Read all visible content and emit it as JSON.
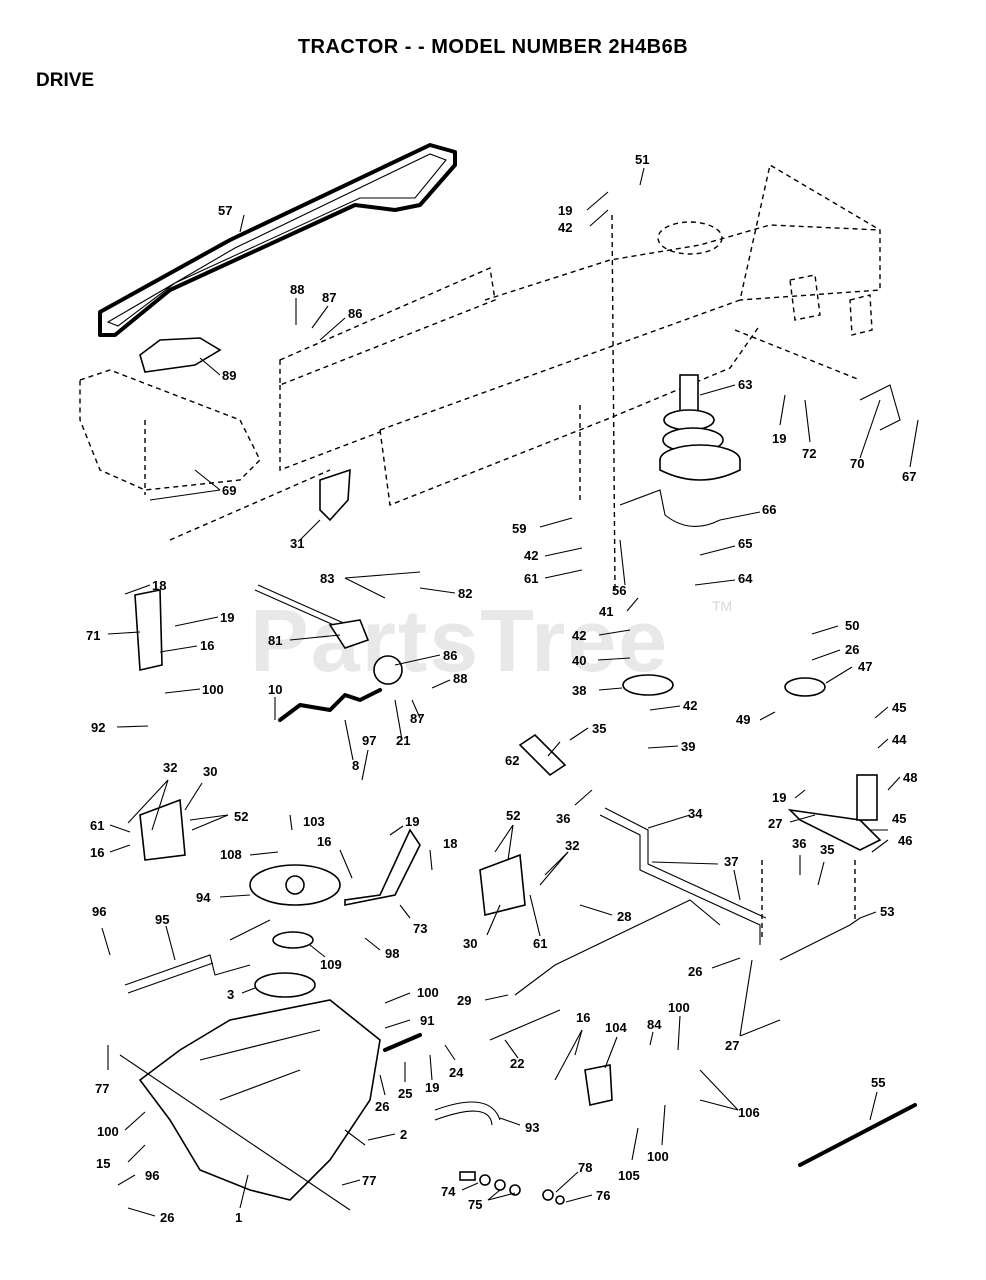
{
  "header": {
    "title": "TRACTOR - - MODEL NUMBER 2H4B6B",
    "section": "DRIVE"
  },
  "watermark": {
    "text": "PartsTree",
    "tm": "TM"
  },
  "callouts": [
    {
      "n": "57"
    },
    {
      "n": "88"
    },
    {
      "n": "87"
    },
    {
      "n": "86"
    },
    {
      "n": "89"
    },
    {
      "n": "69"
    },
    {
      "n": "31"
    },
    {
      "n": "19"
    },
    {
      "n": "42"
    },
    {
      "n": "51"
    },
    {
      "n": "63"
    },
    {
      "n": "19"
    },
    {
      "n": "72"
    },
    {
      "n": "70"
    },
    {
      "n": "67"
    },
    {
      "n": "59"
    },
    {
      "n": "42"
    },
    {
      "n": "61"
    },
    {
      "n": "56"
    },
    {
      "n": "66"
    },
    {
      "n": "65"
    },
    {
      "n": "64"
    },
    {
      "n": "83"
    },
    {
      "n": "82"
    },
    {
      "n": "81"
    },
    {
      "n": "86"
    },
    {
      "n": "88"
    },
    {
      "n": "87"
    },
    {
      "n": "21"
    },
    {
      "n": "10"
    },
    {
      "n": "8"
    },
    {
      "n": "18"
    },
    {
      "n": "19"
    },
    {
      "n": "71"
    },
    {
      "n": "16"
    },
    {
      "n": "100"
    },
    {
      "n": "92"
    },
    {
      "n": "41"
    },
    {
      "n": "42"
    },
    {
      "n": "40"
    },
    {
      "n": "38"
    },
    {
      "n": "42"
    },
    {
      "n": "39"
    },
    {
      "n": "50"
    },
    {
      "n": "26"
    },
    {
      "n": "47"
    },
    {
      "n": "49"
    },
    {
      "n": "45"
    },
    {
      "n": "44"
    },
    {
      "n": "48"
    },
    {
      "n": "19"
    },
    {
      "n": "27"
    },
    {
      "n": "45"
    },
    {
      "n": "46"
    },
    {
      "n": "62"
    },
    {
      "n": "35"
    },
    {
      "n": "36"
    },
    {
      "n": "34"
    },
    {
      "n": "37"
    },
    {
      "n": "36"
    },
    {
      "n": "35"
    },
    {
      "n": "53"
    },
    {
      "n": "32"
    },
    {
      "n": "30"
    },
    {
      "n": "61"
    },
    {
      "n": "52"
    },
    {
      "n": "16"
    },
    {
      "n": "103"
    },
    {
      "n": "108"
    },
    {
      "n": "97"
    },
    {
      "n": "19"
    },
    {
      "n": "16"
    },
    {
      "n": "18"
    },
    {
      "n": "52"
    },
    {
      "n": "32"
    },
    {
      "n": "30"
    },
    {
      "n": "61"
    },
    {
      "n": "94"
    },
    {
      "n": "73"
    },
    {
      "n": "98"
    },
    {
      "n": "109"
    },
    {
      "n": "96"
    },
    {
      "n": "95"
    },
    {
      "n": "3"
    },
    {
      "n": "100"
    },
    {
      "n": "91"
    },
    {
      "n": "28"
    },
    {
      "n": "26"
    },
    {
      "n": "29"
    },
    {
      "n": "27"
    },
    {
      "n": "77"
    },
    {
      "n": "100"
    },
    {
      "n": "15"
    },
    {
      "n": "96"
    },
    {
      "n": "26"
    },
    {
      "n": "1"
    },
    {
      "n": "77"
    },
    {
      "n": "2"
    },
    {
      "n": "26"
    },
    {
      "n": "25"
    },
    {
      "n": "19"
    },
    {
      "n": "24"
    },
    {
      "n": "22"
    },
    {
      "n": "93"
    },
    {
      "n": "16"
    },
    {
      "n": "104"
    },
    {
      "n": "84"
    },
    {
      "n": "100"
    },
    {
      "n": "106"
    },
    {
      "n": "105"
    },
    {
      "n": "100"
    },
    {
      "n": "74"
    },
    {
      "n": "75"
    },
    {
      "n": "78"
    },
    {
      "n": "76"
    },
    {
      "n": "55"
    }
  ]
}
